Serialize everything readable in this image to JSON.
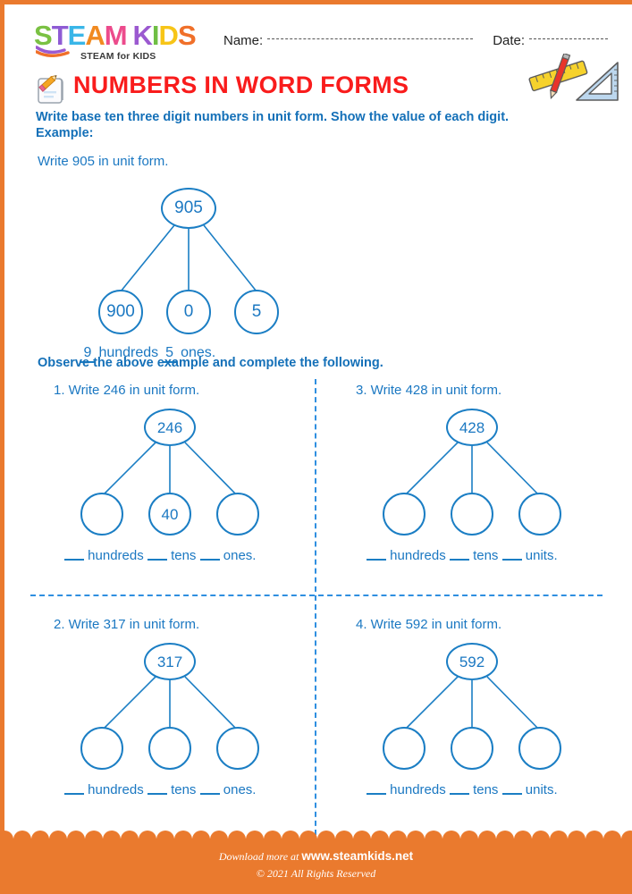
{
  "brand": {
    "logo_letters": [
      "S",
      "T",
      "E",
      "A",
      "M",
      "K",
      "I",
      "D",
      "S"
    ],
    "logo_tagline": "STEAM for KIDS"
  },
  "header": {
    "name_label": "Name:",
    "date_label": "Date:"
  },
  "title": {
    "text": "NUMBERS IN WORD FORMS",
    "color": "#f91c1c",
    "icon": "notepad-pencil-icon",
    "decor_icon": "ruler-pencil-triangle-icon"
  },
  "instructions": {
    "line1": "Write base ten three digit numbers in unit form. Show the value of each digit.",
    "example_label": "Example:",
    "observe": "Observe the above example and complete the following."
  },
  "example": {
    "prompt": "Write 905 in unit form.",
    "root": "905",
    "leaves": [
      "900",
      "0",
      "5"
    ],
    "answer": {
      "hundreds_value": "9",
      "hundreds_word": "hundreds",
      "ones_value": "5",
      "ones_word": "ones."
    }
  },
  "questions": [
    {
      "number": "1.",
      "prompt": "1. Write 246 in unit form.",
      "root": "246",
      "leaves": [
        "",
        "40",
        ""
      ],
      "answer_words": [
        "hundreds",
        "tens",
        "ones."
      ]
    },
    {
      "number": "3.",
      "prompt": "3. Write 428 in unit form.",
      "root": "428",
      "leaves": [
        "",
        "",
        ""
      ],
      "answer_words": [
        "hundreds",
        "tens",
        "units."
      ]
    },
    {
      "number": "2.",
      "prompt": "2. Write 317 in unit form.",
      "root": "317",
      "leaves": [
        "",
        "",
        ""
      ],
      "answer_words": [
        "hundreds",
        "tens",
        "ones."
      ]
    },
    {
      "number": "4.",
      "prompt": "4. Write 592 in unit form.",
      "root": "592",
      "leaves": [
        "",
        "",
        ""
      ],
      "answer_words": [
        "hundreds",
        "tens",
        "units."
      ]
    }
  ],
  "footer": {
    "download_text": "Download more at",
    "site": "www.steamkids.net",
    "copyright": "© 2021 All Rights Reserved",
    "bg_color": "#ea7a2e"
  },
  "colors": {
    "ink_blue": "#1b78c2",
    "heading_blue": "#1470b8",
    "title_red": "#f91c1c",
    "orange": "#ea7a2e"
  }
}
